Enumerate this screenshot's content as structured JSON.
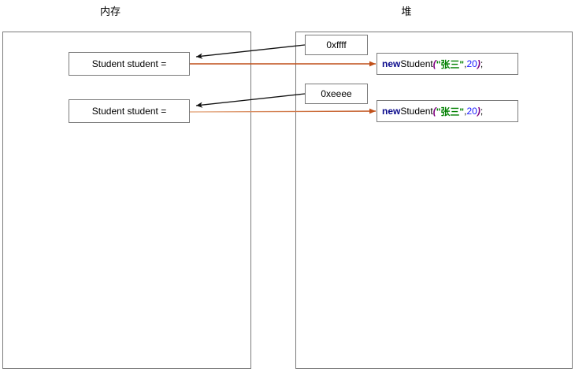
{
  "titles": {
    "memory": "内存",
    "heap": "堆"
  },
  "memory": {
    "variables": [
      {
        "label": "Student student ="
      },
      {
        "label": "Student student ="
      }
    ]
  },
  "heap": {
    "addresses": [
      {
        "value": "0xffff"
      },
      {
        "value": "0xeeee"
      }
    ],
    "objects": [
      {
        "keyword": "new",
        "type": "Student",
        "open_paren": "(",
        "arg_string": "\"张三\"",
        "comma": ", ",
        "arg_number": "20",
        "close_paren": ")",
        "semicolon": ";"
      },
      {
        "keyword": "new",
        "type": "Student",
        "open_paren": "(",
        "arg_string": "\"张三\"",
        "comma": ", ",
        "arg_number": "20",
        "close_paren": ")",
        "semicolon": ";"
      }
    ]
  },
  "colors": {
    "border": "#7b7b7b",
    "pointer_arrow": "#000000",
    "reference_arrow": "#c0501a",
    "reference_arrow_light": "#e09a6a",
    "keyword": "#0a0a8c",
    "string": "#008000",
    "number": "#1a1aff",
    "punctuation": "#7f007f"
  }
}
